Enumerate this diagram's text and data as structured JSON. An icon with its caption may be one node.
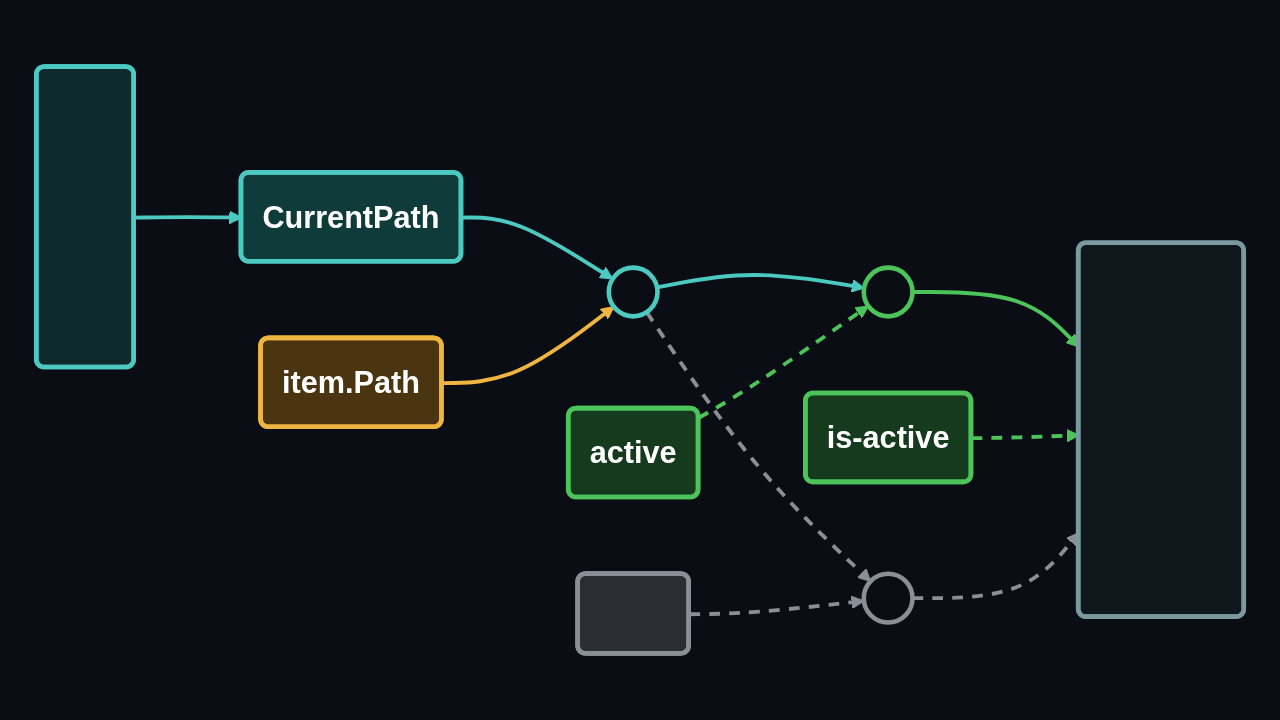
{
  "diagram": {
    "nodes": [
      {
        "text": [],
        "shape": "box"
      },
      {
        "text": [
          "CurrentPath"
        ]
      },
      {
        "text": [
          "item.Path"
        ]
      },
      {
        "text": [],
        "shape": "circle"
      },
      {
        "text": [
          "active"
        ]
      },
      {
        "text": [],
        "shape": "circle"
      },
      {
        "text": [
          "is-active"
        ]
      },
      {
        "text": [],
        "shape": "box"
      },
      {
        "text": [],
        "shape": "box"
      },
      {
        "text": [],
        "shape": "circle"
      }
    ],
    "edges": [
      {
        "from": 0,
        "to": 1,
        "arrow": "to",
        "color": "#4cc9c0"
      },
      {
        "from": 1,
        "to": 3,
        "arrow": "to",
        "color": "#4cc9c0"
      },
      {
        "from": 2,
        "to": 3,
        "arrow": "to",
        "color": "#f0b440"
      },
      {
        "from": 3,
        "to": 5,
        "arrow": "to",
        "color": "#4cc9c0"
      },
      {
        "from": 4,
        "to": 5,
        "arrow": "to",
        "style": "dashed",
        "color": "#4cc45a"
      },
      {
        "from": 5,
        "to": 7,
        "arrow": "to",
        "color": "#4cc45a"
      },
      {
        "from": 6,
        "to": 7,
        "arrow": "to",
        "style": "dashed",
        "color": "#4cc45a"
      },
      {
        "from": 3,
        "to": 9,
        "arrow": "to",
        "style": "dashed",
        "color": "#8a8f96"
      },
      {
        "from": 8,
        "to": 9,
        "arrow": "to",
        "style": "dashed",
        "color": "#8a8f96"
      },
      {
        "from": 9,
        "to": 7,
        "arrow": "to",
        "style": "dashed",
        "color": "#8a8f96"
      }
    ]
  }
}
